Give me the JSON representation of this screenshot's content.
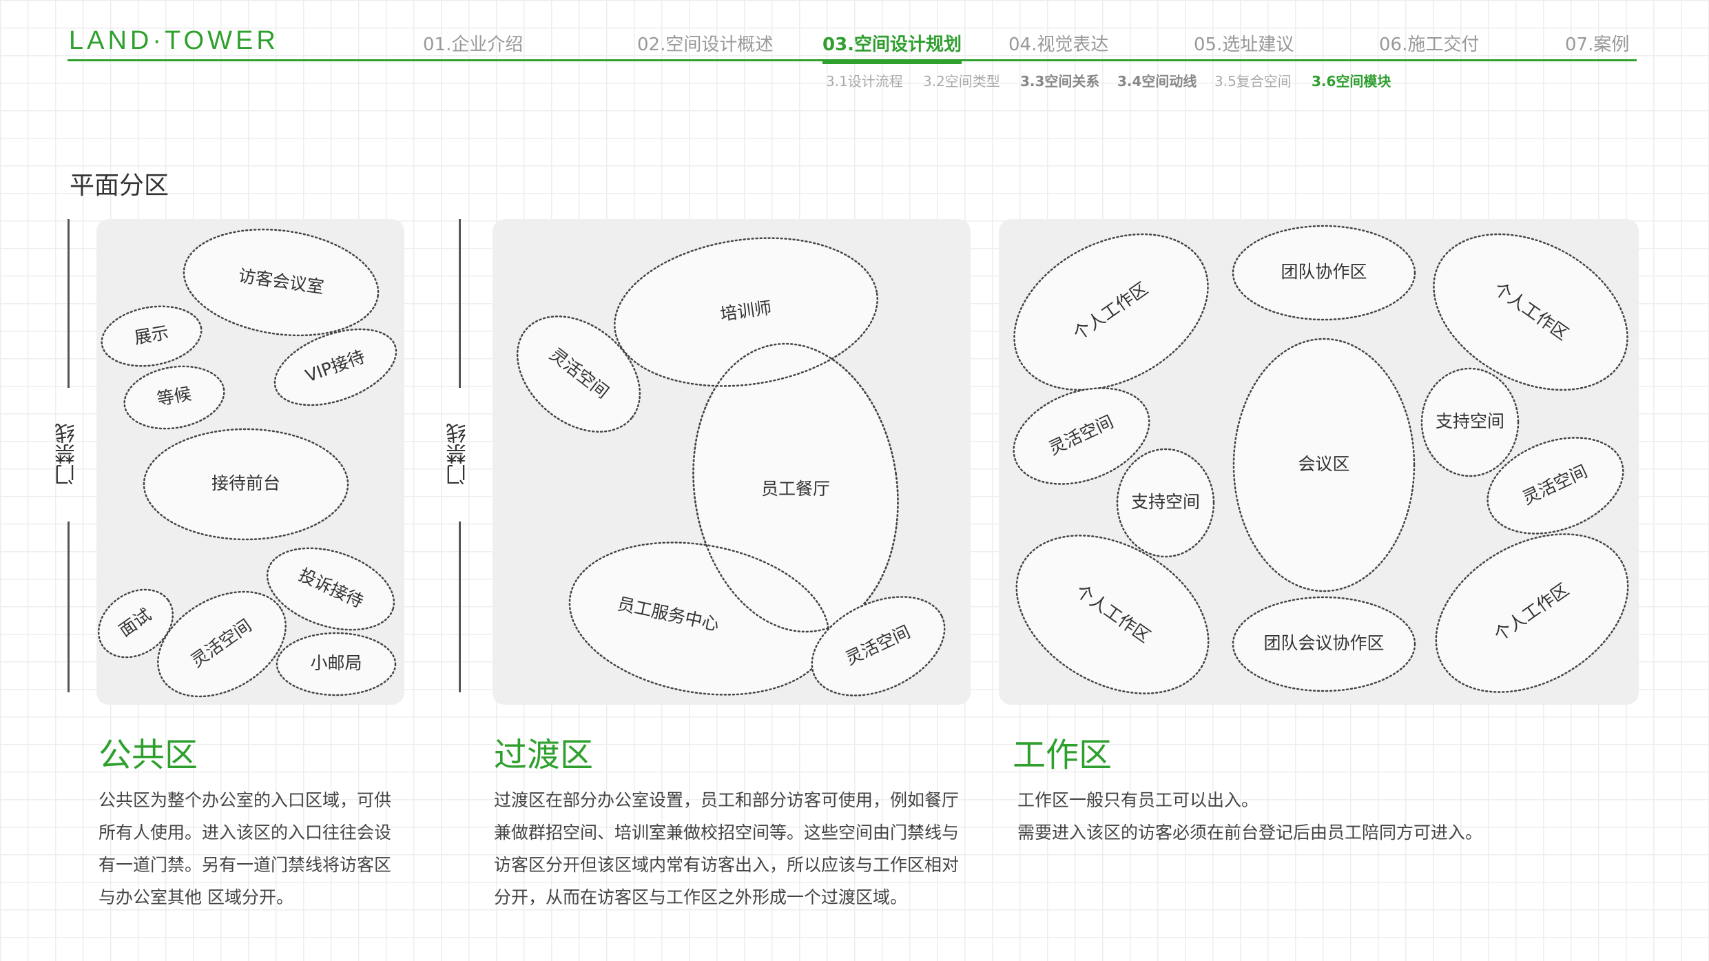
{
  "header": {
    "logo": "LAND·TOWER",
    "nav": [
      "01.企业介绍",
      "02.空间设计概述",
      "03.空间设计规划",
      "04.视觉表达",
      "05.选址建议",
      "06.施工交付",
      "07.案例"
    ],
    "active_nav": "03.空间设计规划",
    "sub_nav": [
      "3.1设计流程",
      "3.2空间类型",
      "3.3空间关系",
      "3.4空间动线",
      "3.5复合空间",
      "3.6空间模块"
    ],
    "active_sub_nav": "3.6空间模块"
  },
  "section_title": "平面分区",
  "gate_label": "门禁线",
  "public": {
    "spaces": [
      "访客会议室",
      "展示",
      "VIP接待",
      "等候",
      "接待前台",
      "投诉接待",
      "面试",
      "灵活空间",
      "小邮局"
    ],
    "title": "公共区",
    "desc": [
      "公共区为整个办公室的入口区域，可供",
      "所有人使用。进入该区的入口往往会设",
      "有一道门禁。另有一道门禁线将访客区",
      "与办公室其他 区域分开。"
    ]
  },
  "transition": {
    "spaces": [
      "培训师",
      "灵活空间",
      "员工餐厅",
      "员工服务中心",
      "灵活空间"
    ],
    "title": "过渡区",
    "desc": [
      "过渡区在部分办公室设置，员工和部分访客可使用，例如餐厅",
      "兼做群招空间、培训室兼做校招空间等。这些空间由门禁线与",
      "访客区分开但该区域内常有访客出入，所以应该与工作区相对",
      "分开，从而在访客区与工作区之外形成一个过渡区域。"
    ]
  },
  "work": {
    "spaces": [
      "个人工作区",
      "团队协作区",
      "个人工作区",
      "灵活空间",
      "会议区",
      "支持空间",
      "支持空间",
      "灵活空间",
      "个人工作区",
      "团队会议协作区",
      "个人工作区"
    ],
    "title": "工作区",
    "desc": [
      "工作区一般只有员工可以出入。",
      "需要进入该区的访客必须在前台登记后由员工陪同方可进入。"
    ]
  },
  "colors": {
    "accent": "#2ea02e",
    "panel": "#efefef",
    "grid": "#eeeeee"
  }
}
